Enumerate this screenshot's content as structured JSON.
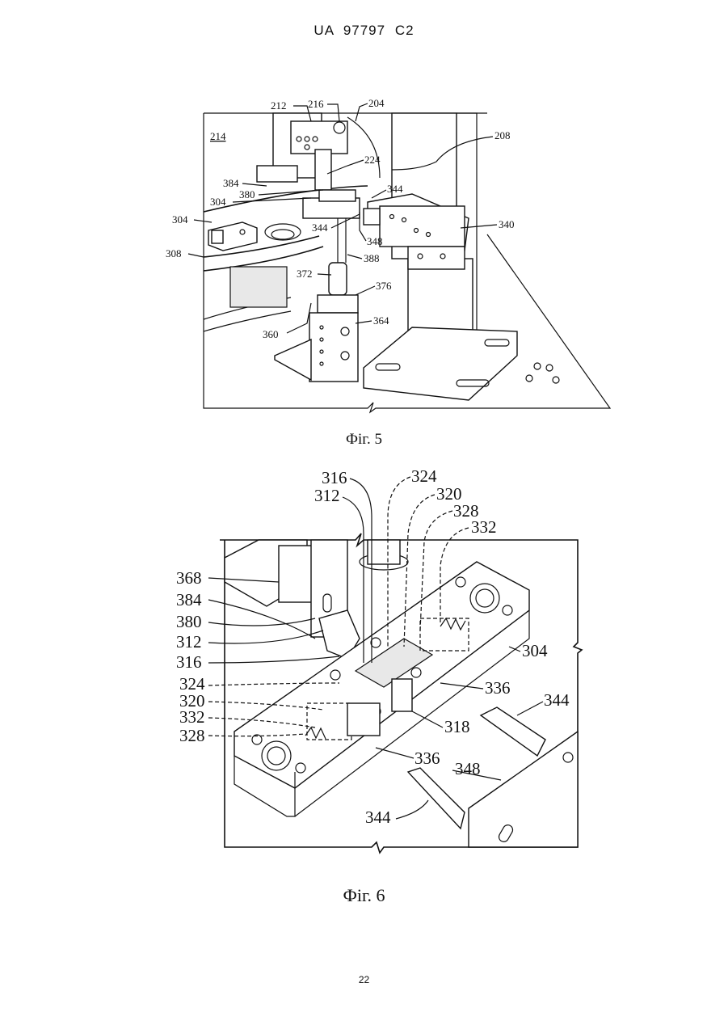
{
  "header": {
    "text": "UA   97797   C2"
  },
  "figure5": {
    "caption": "Фіг. 5",
    "labels": [
      "212",
      "216",
      "204",
      "214",
      "208",
      "224",
      "384",
      "380",
      "304",
      "344",
      "304",
      "340",
      "344",
      "348",
      "308",
      "388",
      "372",
      "376",
      "360",
      "364"
    ]
  },
  "figure6": {
    "caption": "Фіг. 6",
    "labels": [
      "316",
      "324",
      "312",
      "320",
      "328",
      "332",
      "368",
      "384",
      "380",
      "312",
      "316",
      "304",
      "324",
      "320",
      "332",
      "328",
      "336",
      "344",
      "318",
      "336",
      "348",
      "344"
    ]
  },
  "page_number": "22"
}
